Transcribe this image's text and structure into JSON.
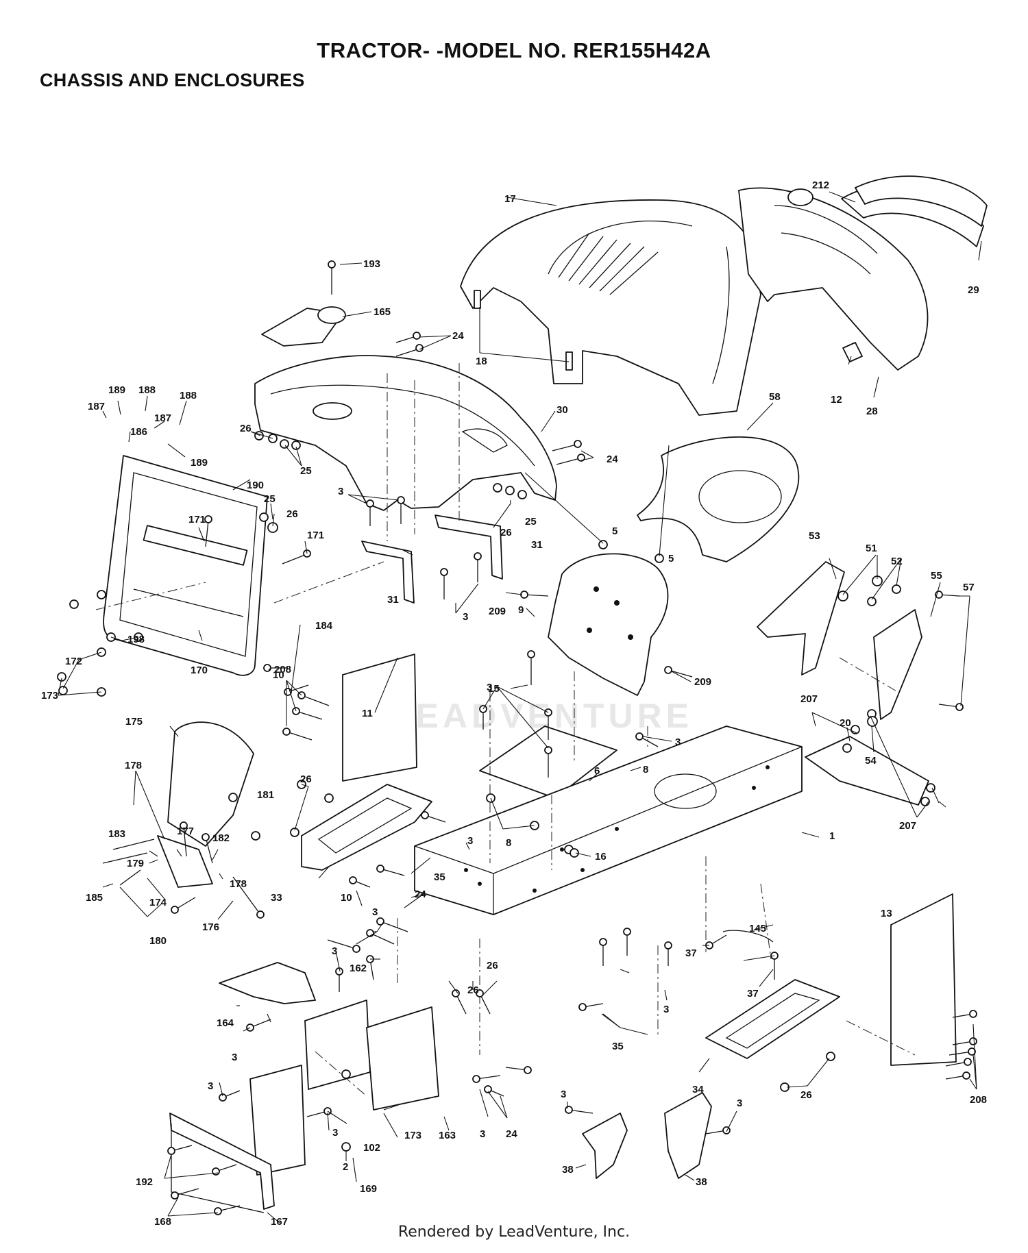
{
  "header": {
    "title": "TRACTOR- -MODEL NO. RER155H42A",
    "subtitle": "CHASSIS AND ENCLOSURES"
  },
  "watermark": "LEADVENTURE",
  "footer": "Rendered by LeadVenture, Inc.",
  "callouts": [
    {
      "id": "c1",
      "text": "193"
    },
    {
      "id": "c2",
      "text": "165"
    },
    {
      "id": "c3",
      "text": "17"
    },
    {
      "id": "c4",
      "text": "212"
    },
    {
      "id": "c5",
      "text": "29"
    },
    {
      "id": "c6",
      "text": "18"
    },
    {
      "id": "c7",
      "text": "24"
    },
    {
      "id": "c8",
      "text": "12"
    },
    {
      "id": "c9",
      "text": "28"
    },
    {
      "id": "c10",
      "text": "189"
    },
    {
      "id": "c11",
      "text": "188"
    },
    {
      "id": "c12",
      "text": "188"
    },
    {
      "id": "c13",
      "text": "187"
    },
    {
      "id": "c14",
      "text": "187"
    },
    {
      "id": "c15",
      "text": "186"
    },
    {
      "id": "c16",
      "text": "189"
    },
    {
      "id": "c17",
      "text": "26"
    },
    {
      "id": "c18",
      "text": "25"
    },
    {
      "id": "c19",
      "text": "30"
    },
    {
      "id": "c20",
      "text": "58"
    },
    {
      "id": "c21",
      "text": "24"
    },
    {
      "id": "c22",
      "text": "190"
    },
    {
      "id": "c23",
      "text": "25"
    },
    {
      "id": "c24",
      "text": "26"
    },
    {
      "id": "c25",
      "text": "171"
    },
    {
      "id": "c26",
      "text": "171"
    },
    {
      "id": "c27",
      "text": "3"
    },
    {
      "id": "c28",
      "text": "26"
    },
    {
      "id": "c29",
      "text": "25"
    },
    {
      "id": "c30",
      "text": "31"
    },
    {
      "id": "c31",
      "text": "5"
    },
    {
      "id": "c32",
      "text": "5"
    },
    {
      "id": "c33",
      "text": "53"
    },
    {
      "id": "c34",
      "text": "51"
    },
    {
      "id": "c35",
      "text": "52"
    },
    {
      "id": "c36",
      "text": "55"
    },
    {
      "id": "c37",
      "text": "57"
    },
    {
      "id": "c38",
      "text": "31"
    },
    {
      "id": "c39",
      "text": "3"
    },
    {
      "id": "c40",
      "text": "209"
    },
    {
      "id": "c41",
      "text": "9"
    },
    {
      "id": "c42",
      "text": "198"
    },
    {
      "id": "c43",
      "text": "184"
    },
    {
      "id": "c44",
      "text": "172"
    },
    {
      "id": "c45",
      "text": "173"
    },
    {
      "id": "c46",
      "text": "10"
    },
    {
      "id": "c47",
      "text": "170"
    },
    {
      "id": "c48",
      "text": "11"
    },
    {
      "id": "c49",
      "text": "15"
    },
    {
      "id": "c50",
      "text": "209"
    },
    {
      "id": "c51",
      "text": "208"
    },
    {
      "id": "c52",
      "text": "3"
    },
    {
      "id": "c53",
      "text": "3"
    },
    {
      "id": "c54",
      "text": "207"
    },
    {
      "id": "c55",
      "text": "20"
    },
    {
      "id": "c56",
      "text": "54"
    },
    {
      "id": "c57",
      "text": "175"
    },
    {
      "id": "c58",
      "text": "178"
    },
    {
      "id": "c59",
      "text": "26"
    },
    {
      "id": "c60",
      "text": "181"
    },
    {
      "id": "c61",
      "text": "8"
    },
    {
      "id": "c62",
      "text": "6"
    },
    {
      "id": "c63",
      "text": "207"
    },
    {
      "id": "c64",
      "text": "183"
    },
    {
      "id": "c65",
      "text": "177"
    },
    {
      "id": "c66",
      "text": "182"
    },
    {
      "id": "c67",
      "text": "179"
    },
    {
      "id": "c68",
      "text": "178"
    },
    {
      "id": "c69",
      "text": "3"
    },
    {
      "id": "c70",
      "text": "8"
    },
    {
      "id": "c71",
      "text": "1"
    },
    {
      "id": "c72",
      "text": "16"
    },
    {
      "id": "c73",
      "text": "35"
    },
    {
      "id": "c74",
      "text": "185"
    },
    {
      "id": "c75",
      "text": "174"
    },
    {
      "id": "c76",
      "text": "33"
    },
    {
      "id": "c77",
      "text": "10"
    },
    {
      "id": "c78",
      "text": "176"
    },
    {
      "id": "c79",
      "text": "180"
    },
    {
      "id": "c80",
      "text": "24"
    },
    {
      "id": "c81",
      "text": "3"
    },
    {
      "id": "c82",
      "text": "13"
    },
    {
      "id": "c83",
      "text": "145"
    },
    {
      "id": "c84",
      "text": "37"
    },
    {
      "id": "c85",
      "text": "3"
    },
    {
      "id": "c86",
      "text": "162"
    },
    {
      "id": "c87",
      "text": "26"
    },
    {
      "id": "c88",
      "text": "26"
    },
    {
      "id": "c89",
      "text": "37"
    },
    {
      "id": "c90",
      "text": "3"
    },
    {
      "id": "c91",
      "text": "164"
    },
    {
      "id": "c92",
      "text": "3"
    },
    {
      "id": "c93",
      "text": "35"
    },
    {
      "id": "c94",
      "text": "34"
    },
    {
      "id": "c95",
      "text": "26"
    },
    {
      "id": "c96",
      "text": "208"
    },
    {
      "id": "c97",
      "text": "3"
    },
    {
      "id": "c98",
      "text": "3"
    },
    {
      "id": "c99",
      "text": "173"
    },
    {
      "id": "c100",
      "text": "163"
    },
    {
      "id": "c101",
      "text": "3"
    },
    {
      "id": "c102",
      "text": "24"
    },
    {
      "id": "c103",
      "text": "3"
    },
    {
      "id": "c104",
      "text": "3"
    },
    {
      "id": "c105",
      "text": "102"
    },
    {
      "id": "c106",
      "text": "38"
    },
    {
      "id": "c107",
      "text": "38"
    },
    {
      "id": "c108",
      "text": "2"
    },
    {
      "id": "c109",
      "text": "192"
    },
    {
      "id": "c110",
      "text": "169"
    },
    {
      "id": "c111",
      "text": "168"
    },
    {
      "id": "c112",
      "text": "167"
    }
  ]
}
